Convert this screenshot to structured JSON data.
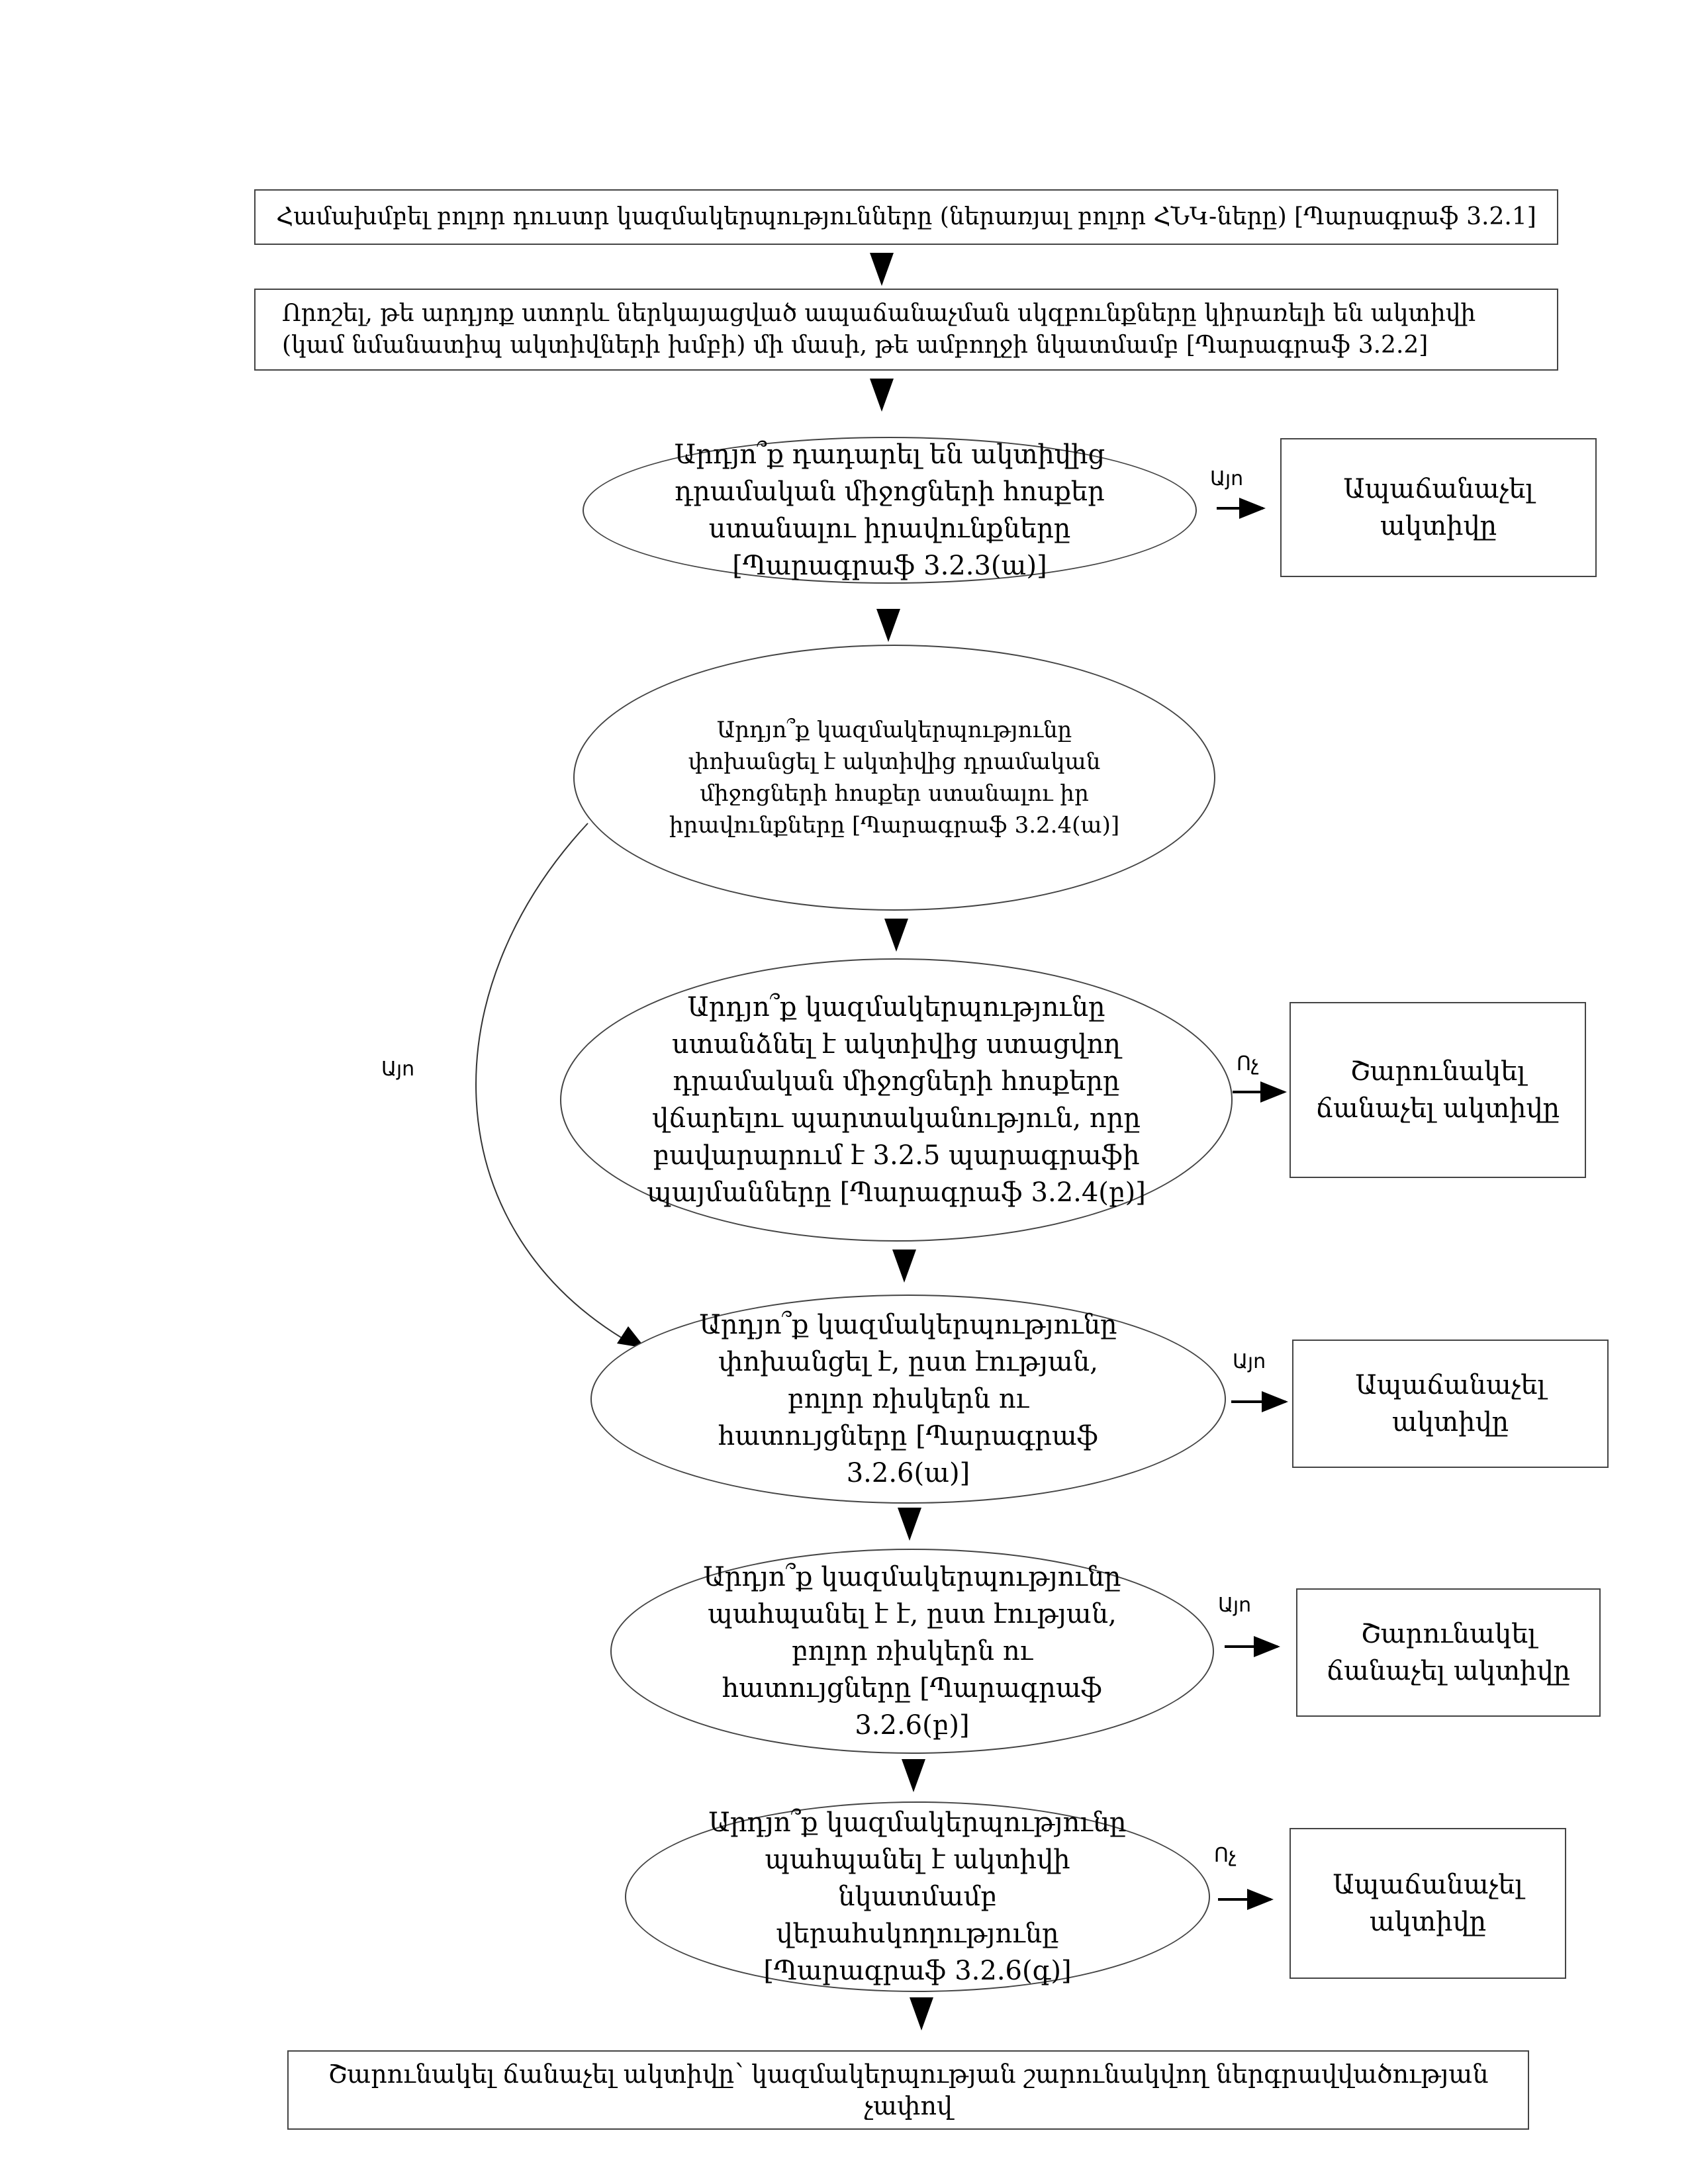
{
  "steps": {
    "step1": "Համախմբել բոլոր դուստր կազմակերպությունները (ներառյալ բոլոր ՀՆԿ-ները) [Պարագրաֆ 3.2.1]",
    "step2": "Որոշել, թե արդյոք ստորև ներկայացված ապաճանաչման սկզբունքները կիրառելի են ակտիվի (կամ նմանատիպ ակտիվների խմբի) մի մասի, թե ամբողջի նկատմամբ [Պարագրաֆ 3.2.2]",
    "q1": "Արդյո՞ք դադարել են ակտիվից դրամական միջոցների հոսքեր ստանալու իրավունքները [Պարագրաֆ 3.2.3(ա)]",
    "q2": "Արդյո՞ք կազմակերպությունը փոխանցել է ակտիվից դրամական միջոցների հոսքեր ստանալու իր իրավունքները [Պարագրաֆ 3.2.4(ա)]",
    "q3": "Արդյո՞ք կազմակերպությունը ստանձնել է ակտիվից ստացվող դրամական միջոցների հոսքերը վճարելու պարտականություն, որը բավարարում է 3.2.5 պարագրաֆի պայմանները [Պարագրաֆ 3.2.4(բ)]",
    "q4": "Արդյո՞ք կազմակերպությունը փոխանցել է, ըստ էության, բոլոր ռիսկերն ու հատույցները [Պարագրաֆ 3.2.6(ա)]",
    "q5": "Արդյո՞ք կազմակերպությունը պահպանել է է, ըստ էության, բոլոր ռիսկերն ու հատույցները [Պարագրաֆ 3.2.6(բ)]",
    "q6": "Արդյո՞ք կազմակերպությունը պահպանել է ակտիվի նկատմամբ վերահսկողությունը [Պարագրաֆ 3.2.6(գ)]",
    "final": "Շարունակել ճանաչել ակտիվը՝ կազմակերպության շարունակվող ներգրավվածության չափով"
  },
  "outcomes": {
    "o1": "Ապաճանաչել ակտիվը",
    "o2": "Շարունակել ճանաչել ակտիվը",
    "o3": "Ապաճանաչել ակտիվը",
    "o4": "Շարունակել ճանաչել ակտիվը",
    "o5": "Ապաճանաչել ակտիվը"
  },
  "labels": {
    "q1_out": "Այո",
    "q2_yes": "Այո",
    "q3_out": "Ոչ",
    "q4_out": "Այո",
    "q5_out": "Այո",
    "q6_out": "Ոչ"
  }
}
